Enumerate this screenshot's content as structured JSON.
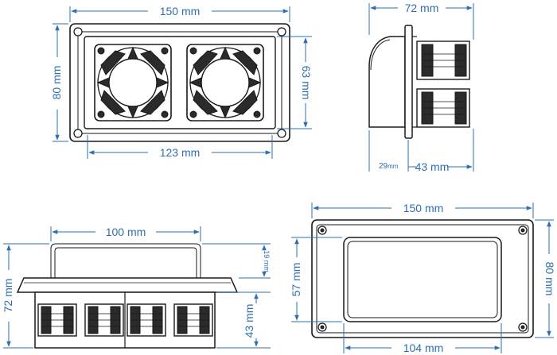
{
  "colors": {
    "dimension": "#2f6fb0",
    "outline": "#1a1a1a",
    "background": "#ffffff"
  },
  "views": {
    "front": {
      "width_label": "150 mm",
      "height_label": "80 mm",
      "opening_width_label": "123 mm",
      "opening_height_label": "63 mm"
    },
    "side": {
      "depth_label": "72 mm",
      "front_depth_label": "29",
      "front_depth_unit": "mm",
      "rear_depth_label": "43 mm"
    },
    "top": {
      "handle_width_label": "100 mm",
      "total_height_label": "72 mm",
      "flange_label": "19 mm",
      "body_label": "43 mm"
    },
    "rear": {
      "width_label": "150 mm",
      "height_label": "80 mm",
      "opening_height_label": "57 mm",
      "opening_width_label": "104 mm"
    }
  }
}
